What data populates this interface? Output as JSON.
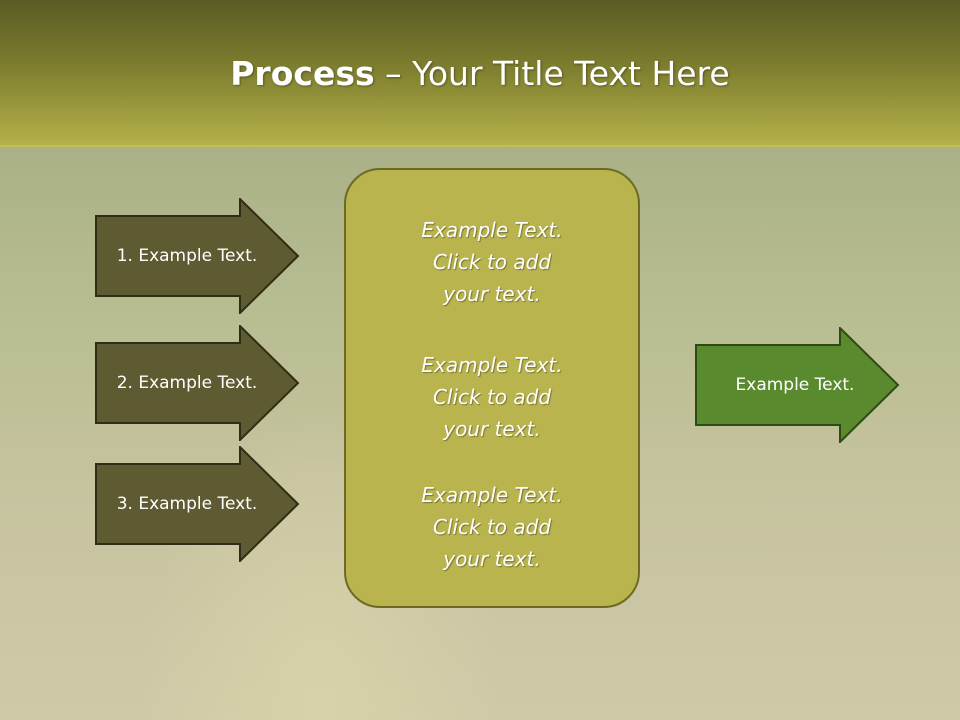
{
  "slide": {
    "title_bold": "Process",
    "title_rest": " – Your Title Text Here"
  },
  "left_arrows": [
    {
      "label": "1. Example Text."
    },
    {
      "label": "2. Example Text."
    },
    {
      "label": "3. Example Text."
    }
  ],
  "center_box": {
    "items": [
      {
        "line1": "Example Text.",
        "line2": "Click  to add",
        "line3": "your text."
      },
      {
        "line1": "Example Text.",
        "line2": "Click  to add",
        "line3": "your text."
      },
      {
        "line1": "Example Text.",
        "line2": "Click  to add",
        "line3": "your text."
      }
    ]
  },
  "right_arrow": {
    "label": "Example Text."
  },
  "colors": {
    "header_top": "#5a5b25",
    "header_bottom": "#b4b04a",
    "left_arrow_fill": "#5e5a31",
    "center_box_fill": "#b9b44e",
    "right_arrow_fill": "#5a8a2e"
  }
}
